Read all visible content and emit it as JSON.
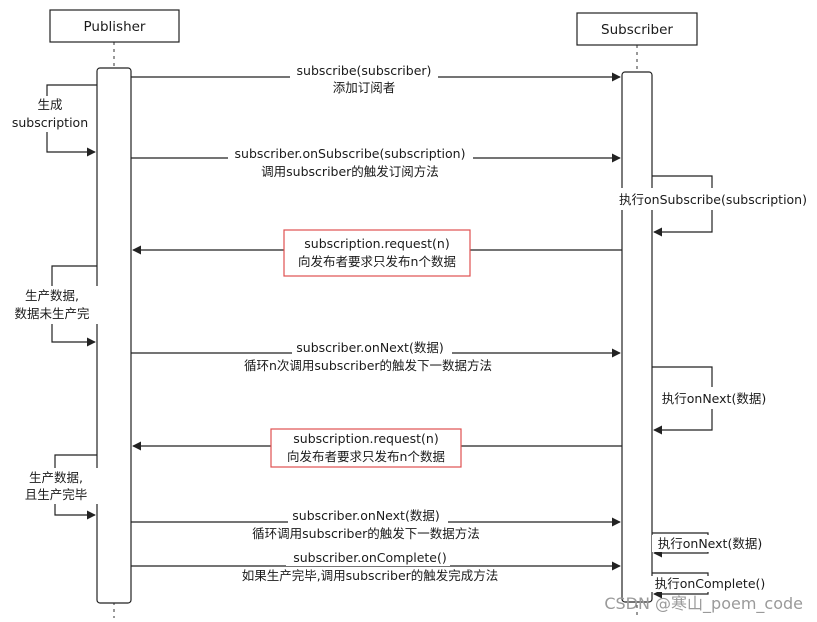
{
  "participants": {
    "publisher": "Publisher",
    "subscriber": "Subscriber"
  },
  "messages": {
    "m1_line1": "subscribe(subscriber)",
    "m1_line2": "添加订阅者",
    "m2_line1": "subscriber.onSubscribe(subscription)",
    "m2_line2": "调用subscriber的触发订阅方法",
    "m3_line1": "subscription.request(n)",
    "m3_line2": "向发布者要求只发布n个数据",
    "m4_line1": "subscriber.onNext(数据)",
    "m4_line2": "循环n次调用subscriber的触发下一数据方法",
    "m5_line1": "subscription.request(n)",
    "m5_line2": "向发布者要求只发布n个数据",
    "m6_line1": "subscriber.onNext(数据)",
    "m6_line2": "循环调用subscriber的触发下一数据方法",
    "m7_line1": "subscriber.onComplete()",
    "m7_line2": "如果生产完毕,调用subscriber的触发完成方法"
  },
  "self_calls": {
    "pub_create_line1": "生成",
    "pub_create_line2": "subscription",
    "pub_produce1_line1": "生产数据,",
    "pub_produce1_line2": "数据未生产完",
    "pub_produce2_line1": "生产数据,",
    "pub_produce2_line2": "且生产完毕",
    "sub_onsubscribe": "执行onSubscribe(subscription)",
    "sub_onnext1": "执行onNext(数据)",
    "sub_onnext2": "执行onNext(数据)",
    "sub_oncomplete": "执行onComplete()"
  },
  "watermark": "CSDN @寒山_poem_code",
  "colors": {
    "line": "#222222",
    "highlight_border": "#e05050",
    "watermark": "#9a9a9a"
  }
}
